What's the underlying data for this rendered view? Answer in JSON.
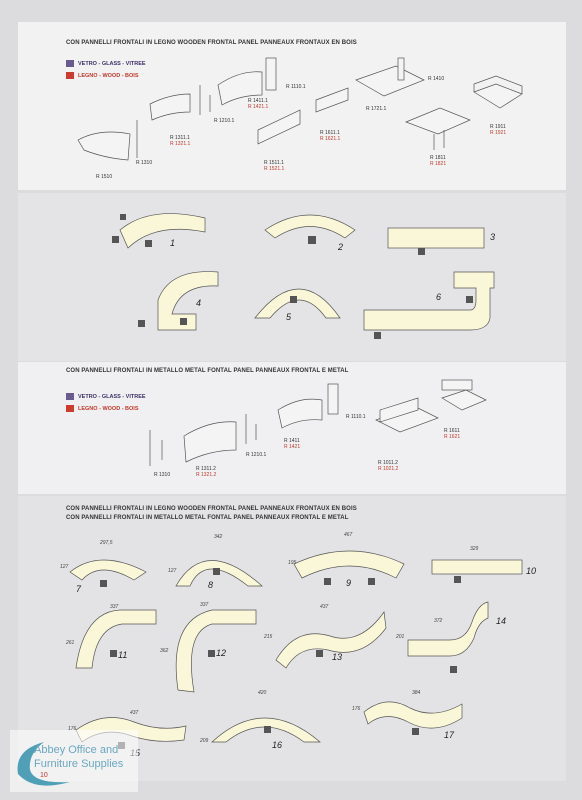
{
  "section_wood": {
    "header": "CON PANNELLI FRONTALI IN LEGNO     WOODEN FRONTAL PANEL     PANNEAUX FRONTAUX EN BOIS",
    "legend_glass": "VETRO - GLASS - VITREE",
    "legend_wood": "LEGNO - WOOD - BOIS",
    "codes": [
      {
        "black": "R 1310"
      },
      {
        "black": "R 1510"
      },
      {
        "black": "R 1311.1",
        "red": "R 1321.1"
      },
      {
        "black": "R 1210.1"
      },
      {
        "black": "R 1411.1",
        "red": "R 1421.1"
      },
      {
        "black": "R 1110.1"
      },
      {
        "black": "R 1511.1",
        "red": "R 1521.1"
      },
      {
        "black": "R 1611.1",
        "red": "R 1621.1"
      },
      {
        "black": "R 1721.1"
      },
      {
        "black": "R 1410"
      },
      {
        "black": "R 1811",
        "red": "R 1821"
      },
      {
        "black": "R 1911",
        "red": "R 1921"
      }
    ]
  },
  "layouts_top": [
    "1",
    "2",
    "3",
    "4",
    "5",
    "6"
  ],
  "section_metal": {
    "header": "CON PANNELLI FRONTALI IN  METALLO     METAL FONTAL PANEL     PANNEAUX FRONTAL E METAL",
    "legend_glass": "VETRO - GLASS - VITREE",
    "legend_wood": "LEGNO - WOOD - BOIS",
    "codes": [
      {
        "black": "R 1310"
      },
      {
        "black": "R 1311.2",
        "red": "R 1321.2"
      },
      {
        "black": "R 1210.1"
      },
      {
        "black": "R 1411",
        "red": "R 1421"
      },
      {
        "black": "R 1110.1"
      },
      {
        "black": "R 1011.2",
        "red": "R 1021.2"
      },
      {
        "black": "R 1611",
        "red": "R 1621"
      }
    ]
  },
  "section_layouts": {
    "header_line1": "CON PANNELLI FRONTALI IN LEGNO     WOODEN FRONTAL PANEL     PANNEAUX FRONTAUX EN BOIS",
    "header_line2": "CON PANNELLI FRONTALI IN  METALLO     METAL FONTAL PANEL     PANNEAUX FRONTAL E METAL",
    "numbers": [
      "7",
      "8",
      "9",
      "10",
      "11",
      "12",
      "13",
      "14",
      "15",
      "16",
      "17"
    ],
    "dims": [
      "297,5",
      "342",
      "467",
      "329",
      "337",
      "337",
      "437",
      "372",
      "437",
      "420",
      "384",
      "127",
      "127",
      "195",
      "261",
      "362",
      "215",
      "201",
      "176",
      "209",
      "176"
    ]
  },
  "logo": {
    "line1": "Abbey Office and",
    "line2": "Furniture Supplies",
    "small": "10"
  },
  "colors": {
    "glass": "#6b5a8e",
    "wood": "#cc3b2e",
    "desk_fill": "#faf6d8",
    "line": "#555555"
  }
}
